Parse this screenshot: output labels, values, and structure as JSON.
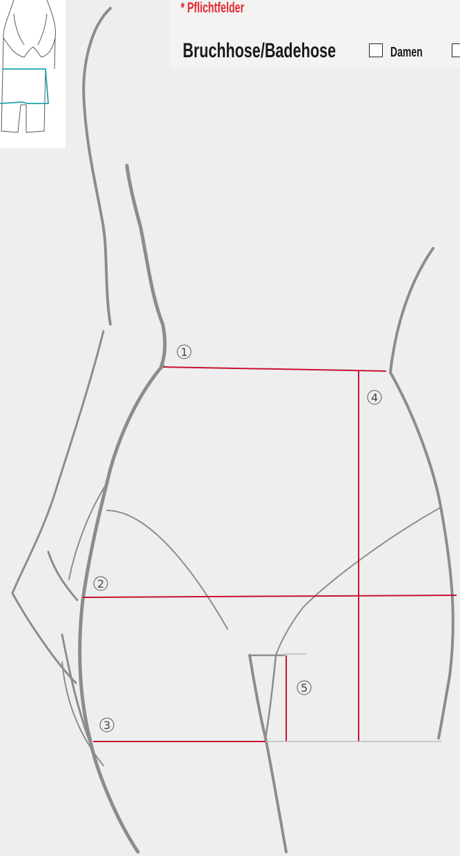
{
  "header": {
    "required_note": "* Pflichtfelder",
    "title": "Bruchhose/Badehose"
  },
  "options": [
    {
      "label": "Damen",
      "checked": false
    },
    {
      "label": "",
      "checked": false
    }
  ],
  "measurement_markers": [
    "1",
    "2",
    "3",
    "4",
    "5"
  ],
  "colors": {
    "measure_line": "#c8102e",
    "outline": "#8c8c8c",
    "thumbnail_highlight": "#1aa3a8",
    "required": "#e3262d"
  }
}
